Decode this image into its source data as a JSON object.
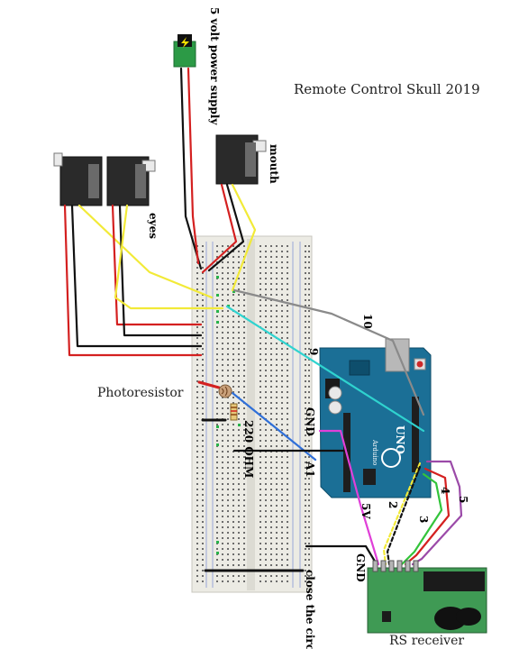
{
  "title": "Remote Control Skull 2019",
  "labels": {
    "power_supply": "5 volt power supply",
    "mouth": "mouth",
    "eyes": "eyes",
    "photoresistor": "Photoresistor",
    "resistor": "220 OHM",
    "gnd_left": "GND",
    "a1": "A1",
    "five_v": "5V",
    "gnd_right": "GND",
    "close_circuit": "close the circut",
    "rs_receiver": "RS receiver"
  },
  "pin_numbers": {
    "p10": "10",
    "p9": "9",
    "p2": "2",
    "p3": "3",
    "p4": "4",
    "p5": "5"
  },
  "board_text": {
    "brand": "Arduino",
    "model": "UNO"
  },
  "wire_colors": {
    "red": "#d42020",
    "black": "#111111",
    "yellow": "#f2ea38",
    "gray": "#8a8a8a",
    "cyan": "#2fd3cf",
    "blue": "#2f6fd8",
    "magenta": "#e040d8",
    "green": "#33c43b",
    "purple": "#9b4aa8",
    "board": "#1b6f96",
    "breadboard": "#ecebe4",
    "receiver": "#3f9a54"
  }
}
